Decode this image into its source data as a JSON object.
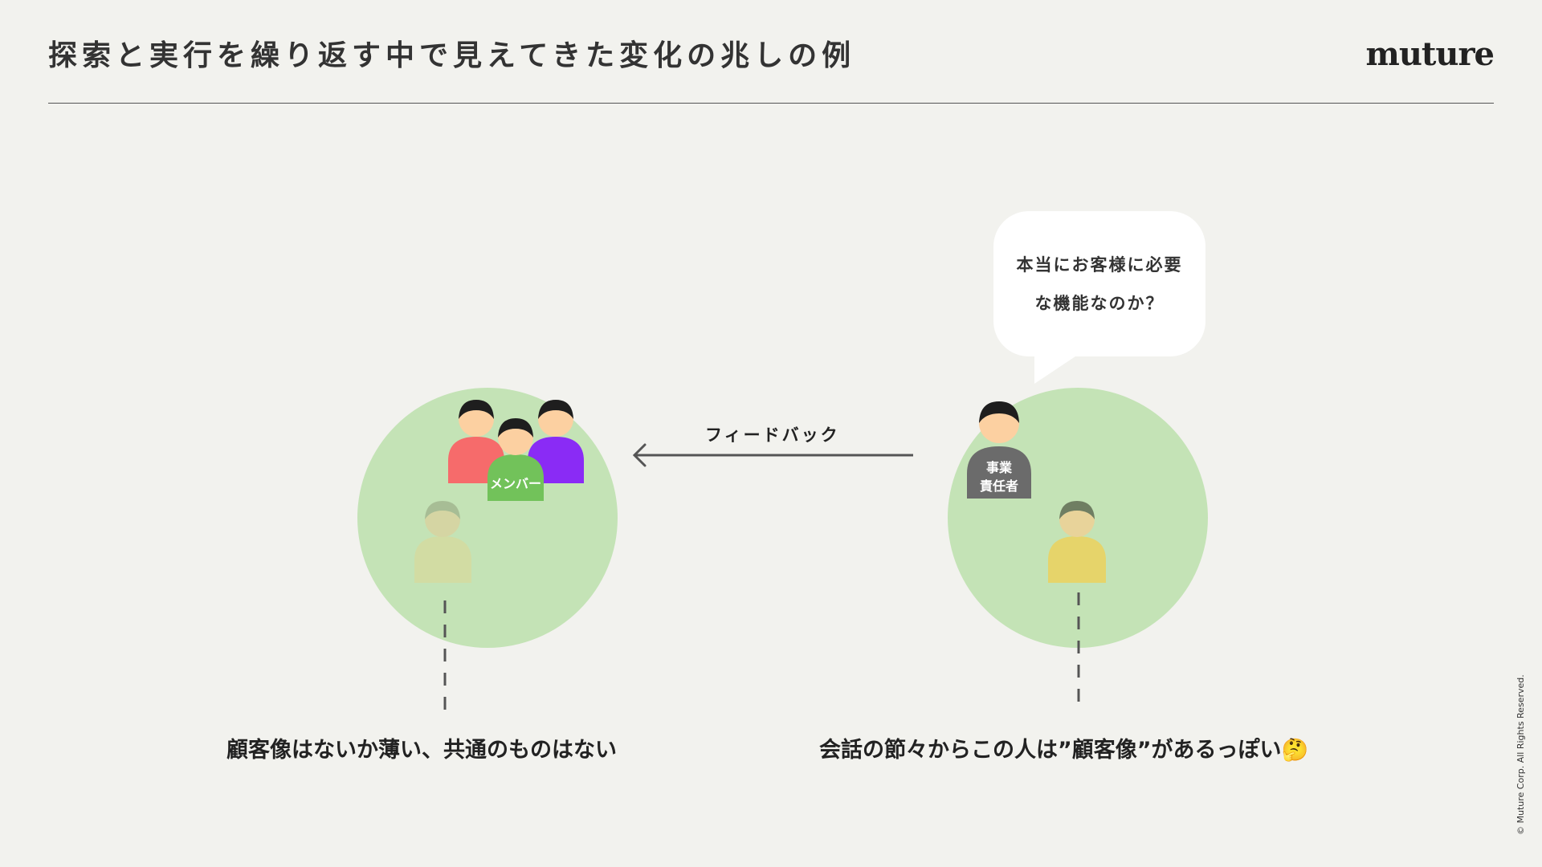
{
  "header": {
    "title": "探索と実行を繰り返す中で見えてきた変化の兆しの例",
    "logo": "muture"
  },
  "bubble": {
    "line1": "本当にお客様に必要",
    "line2": "な機能なのか？"
  },
  "diagram": {
    "feedback_label": "フィードバック",
    "member_label": "メンバー",
    "owner_label_line1": "事業",
    "owner_label_line2": "責任者",
    "left_caption": "顧客像はないか薄い、共通のものはない",
    "right_caption": "会話の節々からこの人は”顧客像”があるっぽい🤔"
  },
  "colors": {
    "background": "#f2f2ee",
    "circle": "#c4e3b6",
    "person_red": "#f66b6b",
    "person_green": "#72c25a",
    "person_purple": "#8a2bf5",
    "person_dark": "#6b6b6b",
    "person_yellow": "#e6d46a",
    "skin": "#fcd0a1",
    "hair": "#1e1e1e",
    "arrow": "#555555"
  },
  "footer": {
    "copyright": "© Muture Corp. All Rights Reserved."
  }
}
